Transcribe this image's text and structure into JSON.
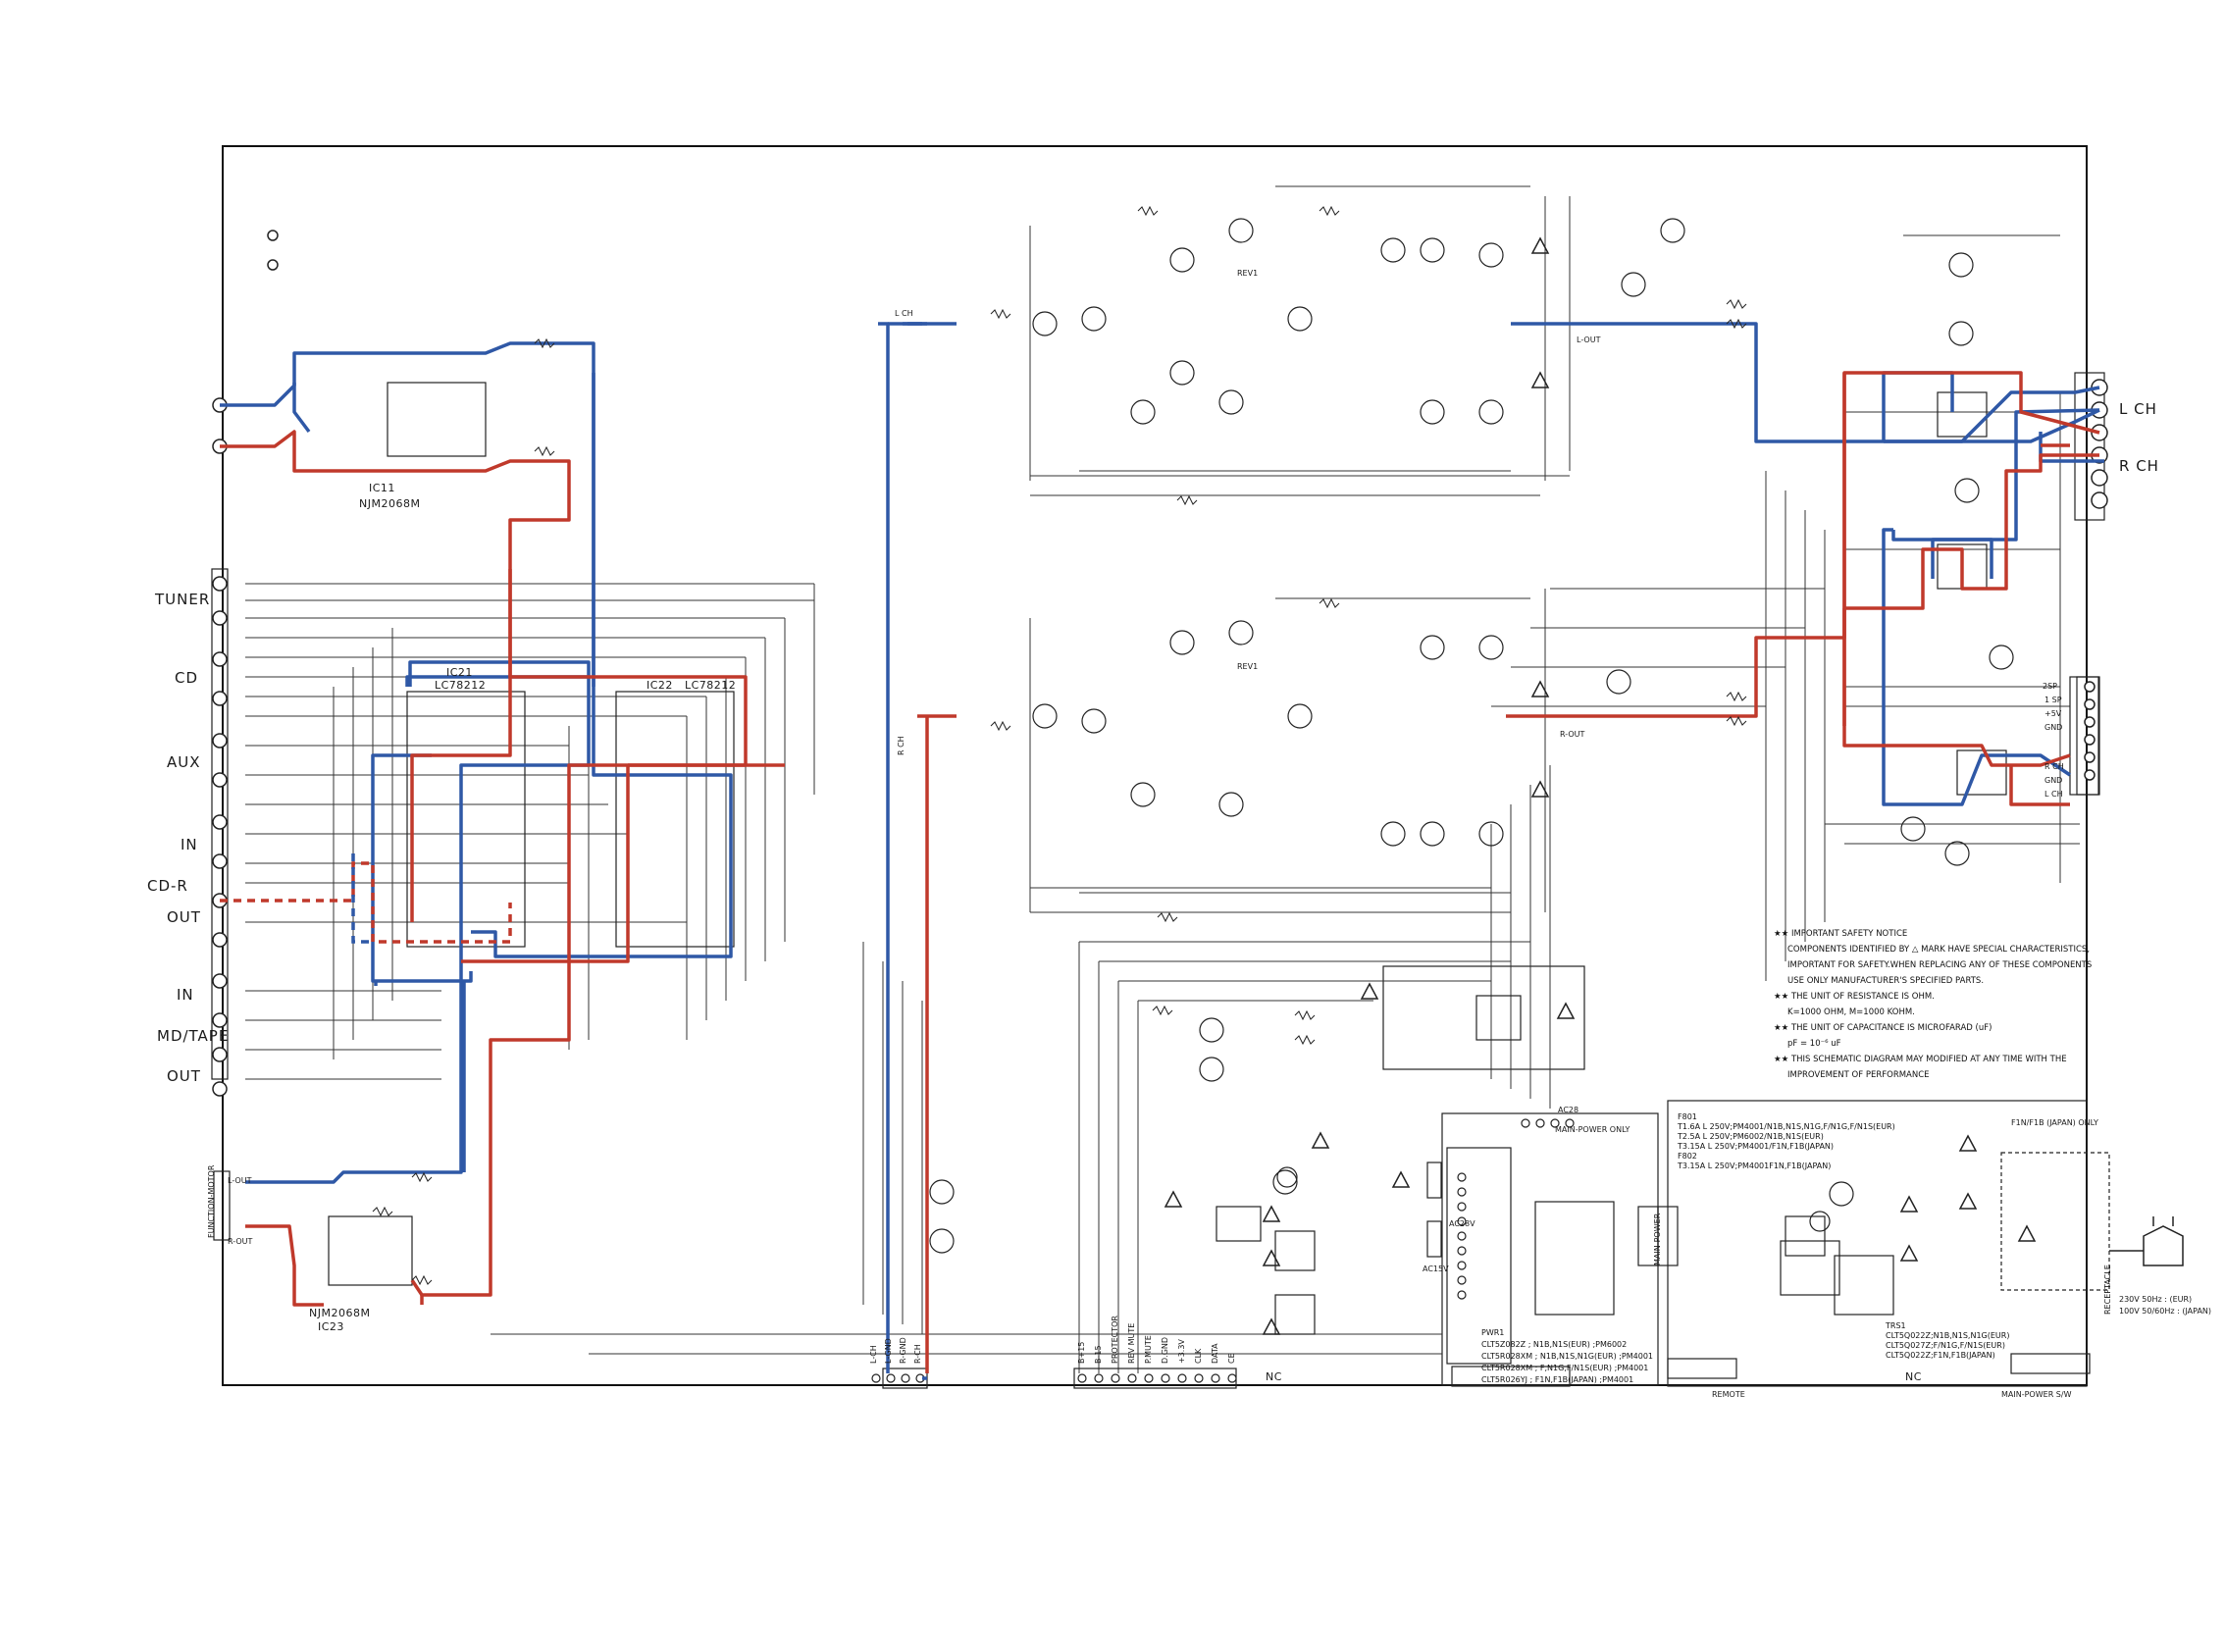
{
  "inputs": {
    "tuner": "TUNER",
    "cd": "CD",
    "aux": "AUX",
    "cdr_in": "IN",
    "cdr": "CD-R",
    "cdr_out": "OUT",
    "md_in": "IN",
    "md": "MD/TAPE",
    "md_out": "OUT"
  },
  "ics": {
    "ic11": "IC11",
    "njm_top": "NJM2068M",
    "ic21": "IC21",
    "lc_a": "LC78212",
    "ic22": "IC22",
    "lc_b": "LC78212",
    "njm_bottom": "NJM2068M",
    "ic23": "IC23",
    "rev1a": "REV1",
    "rev1b": "REV1"
  },
  "speaker": {
    "lch": "L CH",
    "rch": "R CH",
    "sp2": "2SP",
    "sp1": "1 SP",
    "p5v": "+5V",
    "gnd1": "GND",
    "rch_small": "R CH",
    "gnd2": "GND",
    "lch_small": "L CH"
  },
  "signals": {
    "lch_in": "L CH",
    "rch_in": "R CH",
    "l_out": "L-OUT",
    "r_out": "R-OUT",
    "l_out2": "L-OUT",
    "r_out2": "R-OUT",
    "function_motor": "FUNCTION-MOTOR"
  },
  "connector_bottom": [
    "L-CH",
    "L-GND",
    "R-GND",
    "R-CH"
  ],
  "control_bottom": [
    "B+15",
    "B-15",
    "PROTECTOR",
    "REV MUTE",
    "P.MUTE",
    "D.GND",
    "+3.3V",
    "CLK",
    "DATA",
    "CE"
  ],
  "nc1": "NC",
  "nc2": "NC",
  "main_power": "MAIN-POWER",
  "main_power_only": "MAIN-POWER ONLY",
  "ac28": "AC28",
  "ac28v": "AC28V",
  "ac15v": "AC15V",
  "pwr1_title": "PWR1",
  "pwr1_lines": [
    "CLT5Z082Z ; N1B,N1S(EUR)    ;PM6002",
    "CLT5R028XM ; N1B,N1S,N1G(EUR) ;PM4001",
    "CLT5R028XM ; F,N1G,F/N1S(EUR) ;PM4001",
    "CLT5R026YJ ; F1N,F1B(JAPAN)   ;PM4001"
  ],
  "notes": [
    "★★ IMPORTANT SAFETY NOTICE",
    "COMPONENTS IDENTIFIED BY △ MARK HAVE SPECIAL CHARACTERISTICS,",
    "IMPORTANT FOR SAFETY.WHEN REPLACING ANY OF THESE COMPONENTS",
    "USE ONLY MANUFACTURER'S SPECIFIED PARTS.",
    "★★ THE UNIT OF RESISTANCE IS OHM.",
    "K=1000 OHM, M=1000 KOHM.",
    "★★ THE UNIT OF CAPACITANCE IS MICROFARAD (uF)",
    "pF = 10⁻⁶ uF",
    "★★ THIS SCHEMATIC DIAGRAM MAY MODIFIED AT ANY TIME WITH THE",
    "IMPROVEMENT OF PERFORMANCE"
  ],
  "fuses": [
    "F801",
    "T1.6A  L 250V;PM4001/N1B,N1S,N1G,F/N1G,F/N1S(EUR)",
    "T2.5A  L 250V;PM6002/N1B,N1S(EUR)",
    "T3.15A L 250V;PM4001/F1N,F1B(JAPAN)",
    "F802",
    "T3.15A L 250V;PM4001F1N,F1B(JAPAN)"
  ],
  "japan_only": "F1N/F1B (JAPAN) ONLY",
  "trs_lines": [
    "TRS1",
    "CLT5Q022Z;N1B,N1S,N1G(EUR)",
    "CLT5Q027Z;F/N1G,F/N1S(EUR)",
    "CLT5Q022Z;F1N,F1B(JAPAN)"
  ],
  "remote": "REMOTE",
  "main_power_sw": "MAIN-POWER S/W",
  "receptacle": "RECEPTACLE",
  "mains": [
    "230V 50Hz : (EUR)",
    "100V 50/60Hz : (JAPAN)"
  ]
}
